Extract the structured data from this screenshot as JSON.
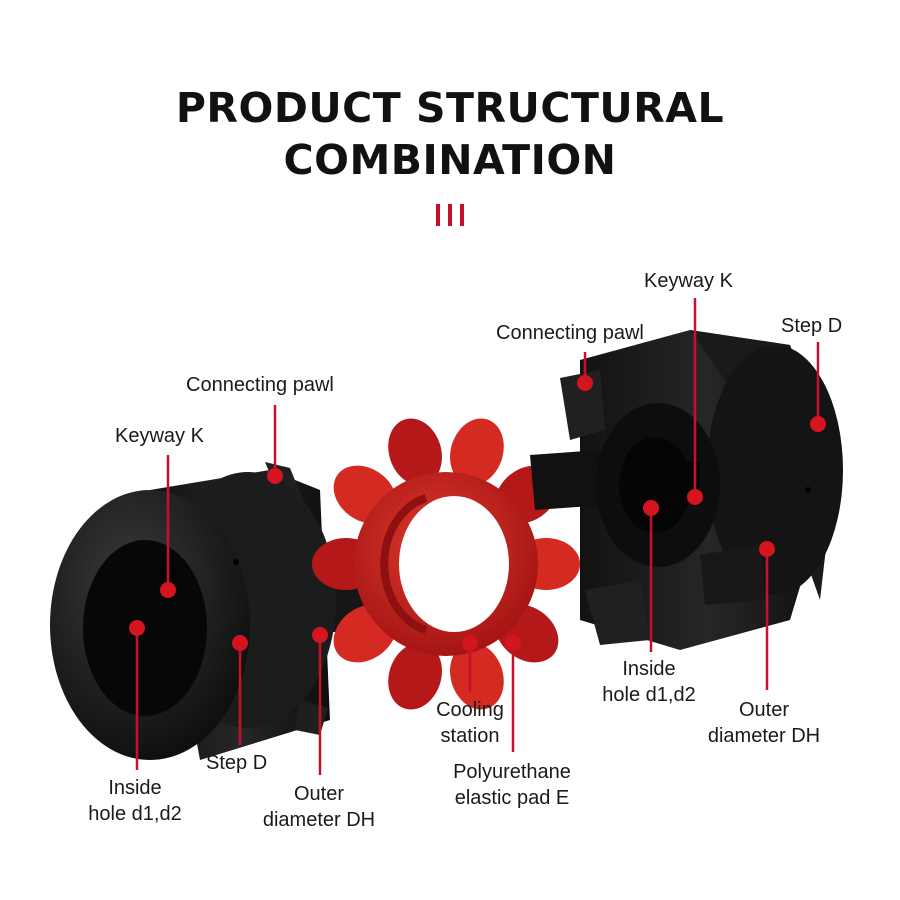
{
  "title": {
    "line1": "PRODUCT STRUCTURAL",
    "line2": "COMBINATION"
  },
  "colors": {
    "accent": "#c8102e",
    "metal": "#1b1b1b",
    "pad": "#c61c1c",
    "text": "#111111"
  },
  "labels": {
    "left": {
      "connecting_pawl": "Connecting pawl",
      "keyway": "Keyway K",
      "inside_hole": [
        "Inside",
        "hole d1,d2"
      ],
      "step": "Step D",
      "outer_diameter": [
        "Outer",
        "diameter DH"
      ]
    },
    "center": {
      "cooling_station": [
        "Cooling",
        "station"
      ],
      "elastic_pad": [
        "Polyurethane",
        "elastic pad E"
      ]
    },
    "right": {
      "keyway": "Keyway K",
      "connecting_pawl": "Connecting pawl",
      "step": "Step D",
      "inside_hole": [
        "Inside",
        "hole d1,d2"
      ],
      "outer_diameter": [
        "Outer",
        "diameter DH"
      ]
    }
  }
}
